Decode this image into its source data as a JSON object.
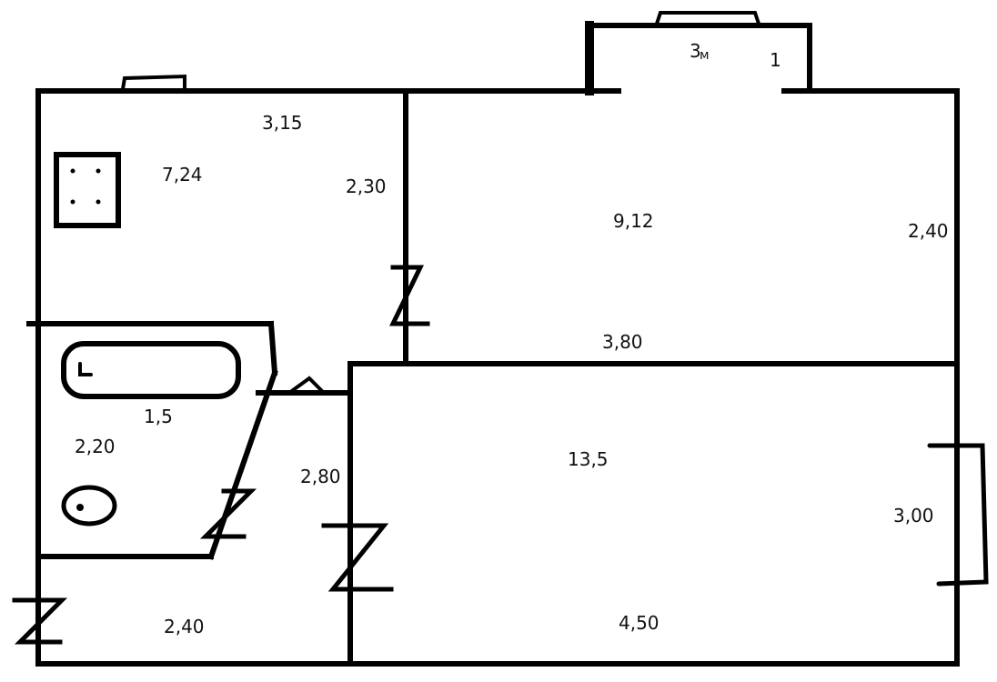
{
  "labels": {
    "kitchen_width": "3,15",
    "kitchen_area": "7,24",
    "kitchen_depth": "2,30",
    "room_area": "9,12",
    "room_right": "2,40",
    "room_width": "3,80",
    "balcony_length": "3",
    "balcony_unit": "м",
    "balcony_depth": "1",
    "bath_area": "1,5",
    "bath_length": "2,20",
    "hall_length": "2,80",
    "hall_width": "2,40",
    "living_area": "13,5",
    "living_right": "3,00",
    "living_width": "4,50"
  }
}
